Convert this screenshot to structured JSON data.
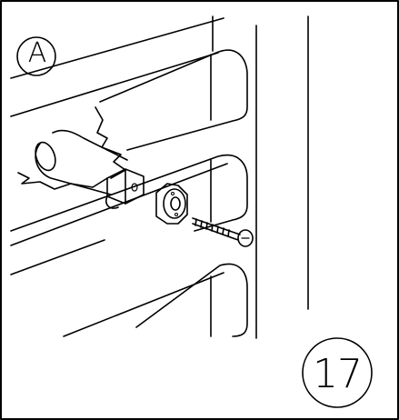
{
  "diagram": {
    "callout_label": "A",
    "step_number": "17"
  },
  "colors": {
    "line": "#000000",
    "background": "#ffffff"
  },
  "parts": [
    "cabinet-frame",
    "drawer-slide-rail",
    "handle-bar",
    "mounting-bracket",
    "door-hinge-plate",
    "screw"
  ]
}
